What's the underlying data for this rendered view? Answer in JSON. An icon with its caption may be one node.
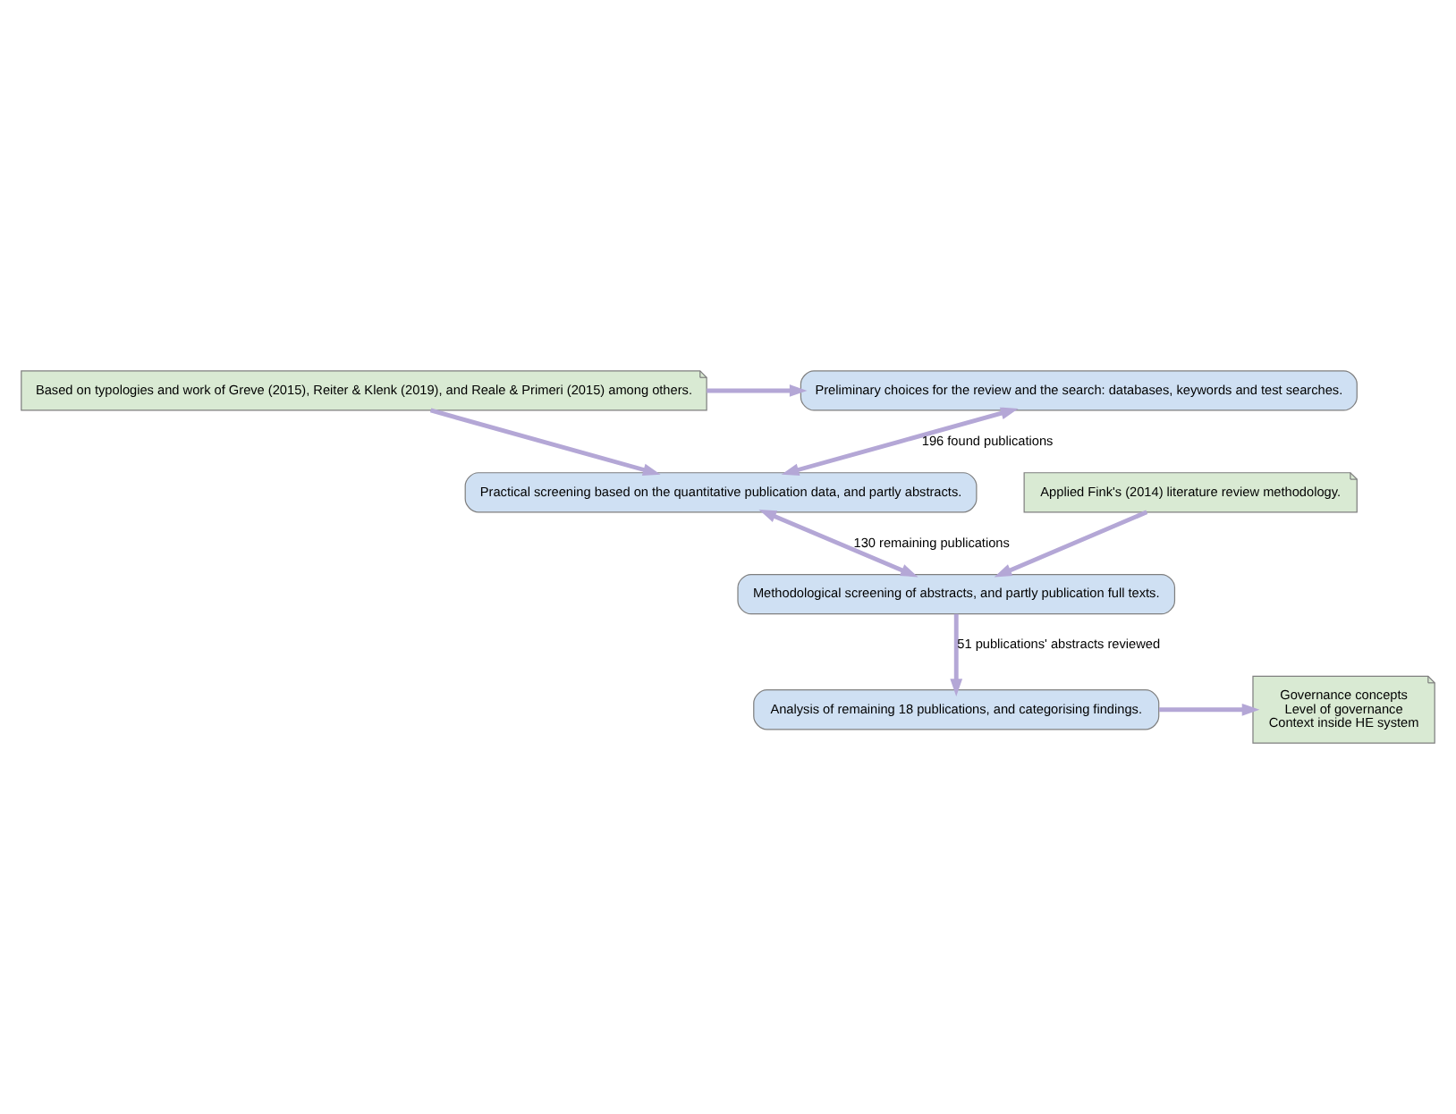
{
  "diagram": {
    "nodes": [
      {
        "text": [
          "Preliminary choices for the review and the search: databases, keywords and test searches."
        ]
      },
      {
        "text": [
          "Based on typologies and work of Greve (2015), Reiter & Klenk (2019), and Reale & Primeri (2015) among others."
        ]
      },
      {
        "text": [
          "Practical screening based on the quantitative publication data, and partly abstracts."
        ]
      },
      {
        "text": [
          "Applied Fink's (2014) literature review methodology."
        ]
      },
      {
        "text": [
          "Methodological screening of abstracts, and partly publication full texts."
        ]
      },
      {
        "text": [
          "Analysis of remaining 18 publications, and categorising findings."
        ]
      },
      {
        "text": [
          "Governance concepts",
          "Level of governance",
          "Context inside HE system"
        ]
      }
    ],
    "edges": [
      {
        "from": 1,
        "to": 0,
        "arrow": "to"
      },
      {
        "from": 0,
        "to": 2,
        "arrow": "both",
        "label": "196 found publications"
      },
      {
        "from": 1,
        "to": 2,
        "arrow": "to"
      },
      {
        "from": 2,
        "to": 4,
        "arrow": "both",
        "label": "130 remaining publications"
      },
      {
        "from": 3,
        "to": 4,
        "arrow": "to"
      },
      {
        "from": 4,
        "to": 5,
        "arrow": "to",
        "label": "51 publications' abstracts reviewed"
      },
      {
        "from": 5,
        "to": 6,
        "arrow": "to"
      }
    ]
  }
}
